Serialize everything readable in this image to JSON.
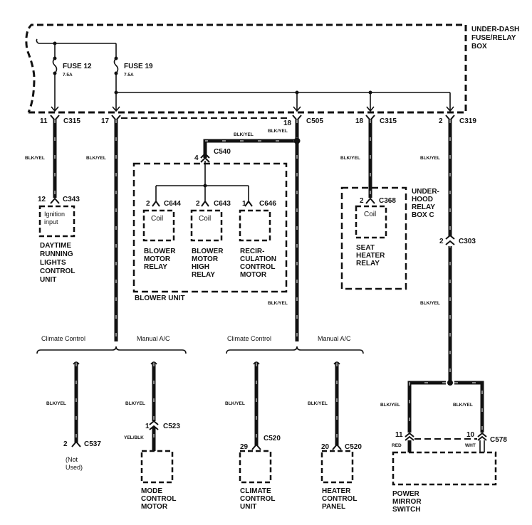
{
  "fuse_box": {
    "label_lines": [
      "UNDER-DASH",
      "FUSE/RELAY",
      "BOX"
    ],
    "fuses": [
      {
        "name": "FUSE 12",
        "rating": "7.5A"
      },
      {
        "name": "FUSE 19",
        "rating": "7.5A"
      }
    ],
    "outputs": [
      {
        "pin": "11",
        "connector": "C315"
      },
      {
        "pin": "17",
        "connector": ""
      },
      {
        "pin": "18",
        "connector": "C505"
      },
      {
        "pin": "18",
        "connector": "C315"
      },
      {
        "pin": "2",
        "connector": "C319"
      }
    ]
  },
  "wire_color": "BLK/YEL",
  "wire_color_alt": "YEL/BLK",
  "drl": {
    "pin": "12",
    "connector": "C343",
    "inner_lines": [
      "Ignition",
      "input"
    ],
    "label_lines": [
      "DAYTIME",
      "RUNNING",
      "LIGHTS",
      "CONTROL",
      "UNIT"
    ]
  },
  "blower": {
    "feed": {
      "pin": "4",
      "connector": "C540"
    },
    "unit_label": "BLOWER UNIT",
    "components": [
      {
        "pin": "2",
        "connector": "C644",
        "inner": "Coil",
        "label_lines": [
          "BLOWER",
          "MOTOR",
          "RELAY"
        ]
      },
      {
        "pin": "2",
        "connector": "C643",
        "inner": "Coil",
        "label_lines": [
          "BLOWER",
          "MOTOR",
          "HIGH",
          "RELAY"
        ]
      },
      {
        "pin": "1",
        "connector": "C646",
        "inner": "",
        "label_lines": [
          "RECIR-",
          "CULATION",
          "CONTROL",
          "MOTOR"
        ]
      }
    ]
  },
  "seat_heater": {
    "pin": "2",
    "connector": "C368",
    "inner": "Coil",
    "label_lines": [
      "SEAT",
      "HEATER",
      "RELAY"
    ],
    "box_label_lines": [
      "UNDER-",
      "HOOD",
      "RELAY",
      "BOX C"
    ]
  },
  "mirror_feed": {
    "pin": "2",
    "connector": "C303"
  },
  "branch_labels": {
    "left": "Climate Control",
    "right": "Manual A/C"
  },
  "left_branch": {
    "climate": {
      "pin": "2",
      "connector": "C537",
      "label_lines": [
        "(Not",
        "Used)"
      ]
    },
    "manual": {
      "pin": "1",
      "connector": "C523",
      "label_lines": [
        "MODE",
        "CONTROL",
        "MOTOR"
      ]
    }
  },
  "mid_branch": {
    "climate": {
      "pin": "29",
      "connector": "C520",
      "label_lines": [
        "CLIMATE",
        "CONTROL",
        "UNIT"
      ]
    },
    "manual": {
      "pin": "20",
      "connector": "C520",
      "label_lines": [
        "HEATER",
        "CONTROL",
        "PANEL"
      ]
    }
  },
  "mirror_switch": {
    "pins": [
      {
        "pin": "11",
        "color": "RED"
      },
      {
        "pin": "10",
        "color": "WHT"
      }
    ],
    "connector": "C578",
    "label_lines": [
      "POWER",
      "MIRROR",
      "SWITCH"
    ]
  }
}
